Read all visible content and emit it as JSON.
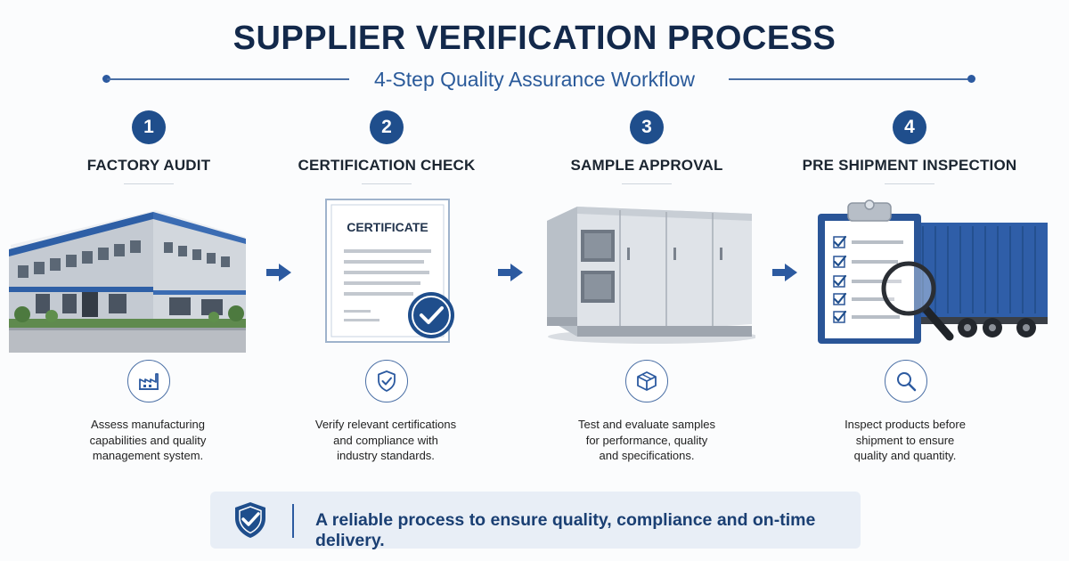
{
  "header": {
    "title": "SUPPLIER VERIFICATION PROCESS",
    "subtitle": "4-Step Quality Assurance Workflow"
  },
  "steps": [
    {
      "number": "1",
      "title": "FACTORY AUDIT",
      "icon": "factory-icon",
      "description_lines": [
        "Assess manufacturing",
        "capabilities and quality",
        "management system."
      ]
    },
    {
      "number": "2",
      "title": "CERTIFICATION CHECK",
      "icon": "shield-check-icon",
      "certificate_label": "CERTIFICATE",
      "description_lines": [
        "Verify relevant certifications",
        "and compliance with",
        "industry standards."
      ]
    },
    {
      "number": "3",
      "title": "SAMPLE APPROVAL",
      "icon": "box-icon",
      "description_lines": [
        "Test and evaluate samples",
        "for performance, quality",
        "and specifications."
      ]
    },
    {
      "number": "4",
      "title": "PRE SHIPMENT INSPECTION",
      "icon": "magnifier-icon",
      "description_lines": [
        "Inspect products before",
        "shipment to ensure",
        "quality and quantity."
      ]
    }
  ],
  "banner": {
    "icon": "shield-check-icon",
    "text": "A reliable process to ensure quality, compliance and on-time delivery."
  },
  "colors": {
    "navy": "#13294b",
    "accent": "#1f4e8c",
    "link_blue": "#2a5a9a",
    "banner_bg": "#e8eef6"
  }
}
